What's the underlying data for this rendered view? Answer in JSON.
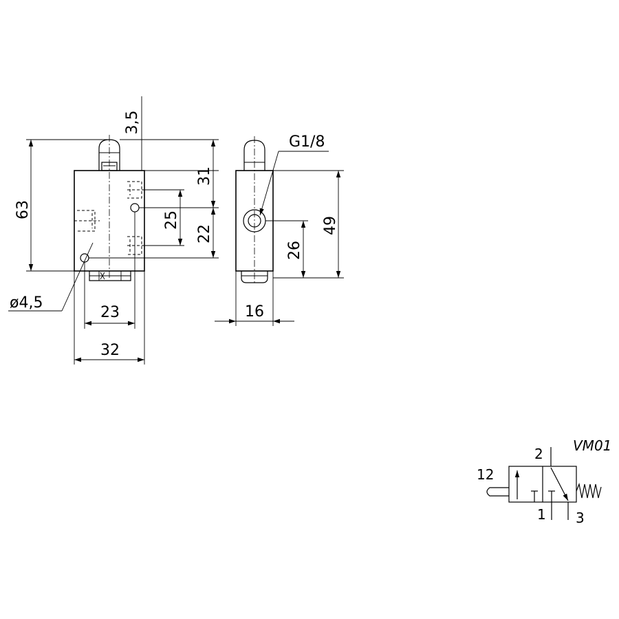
{
  "dimensions": {
    "d_3_5": "3,5",
    "d_63": "63",
    "d_31": "31",
    "d_25": "25",
    "d_22": "22",
    "d_dia": "ø4,5",
    "d_23": "23",
    "d_32": "32",
    "d_thread": "G1/8",
    "d_49": "49",
    "d_26": "26",
    "d_16": "16"
  },
  "symbol": {
    "code": "VM01",
    "port_2": "2",
    "port_12": "12",
    "port_1": "1",
    "port_3": "3"
  }
}
